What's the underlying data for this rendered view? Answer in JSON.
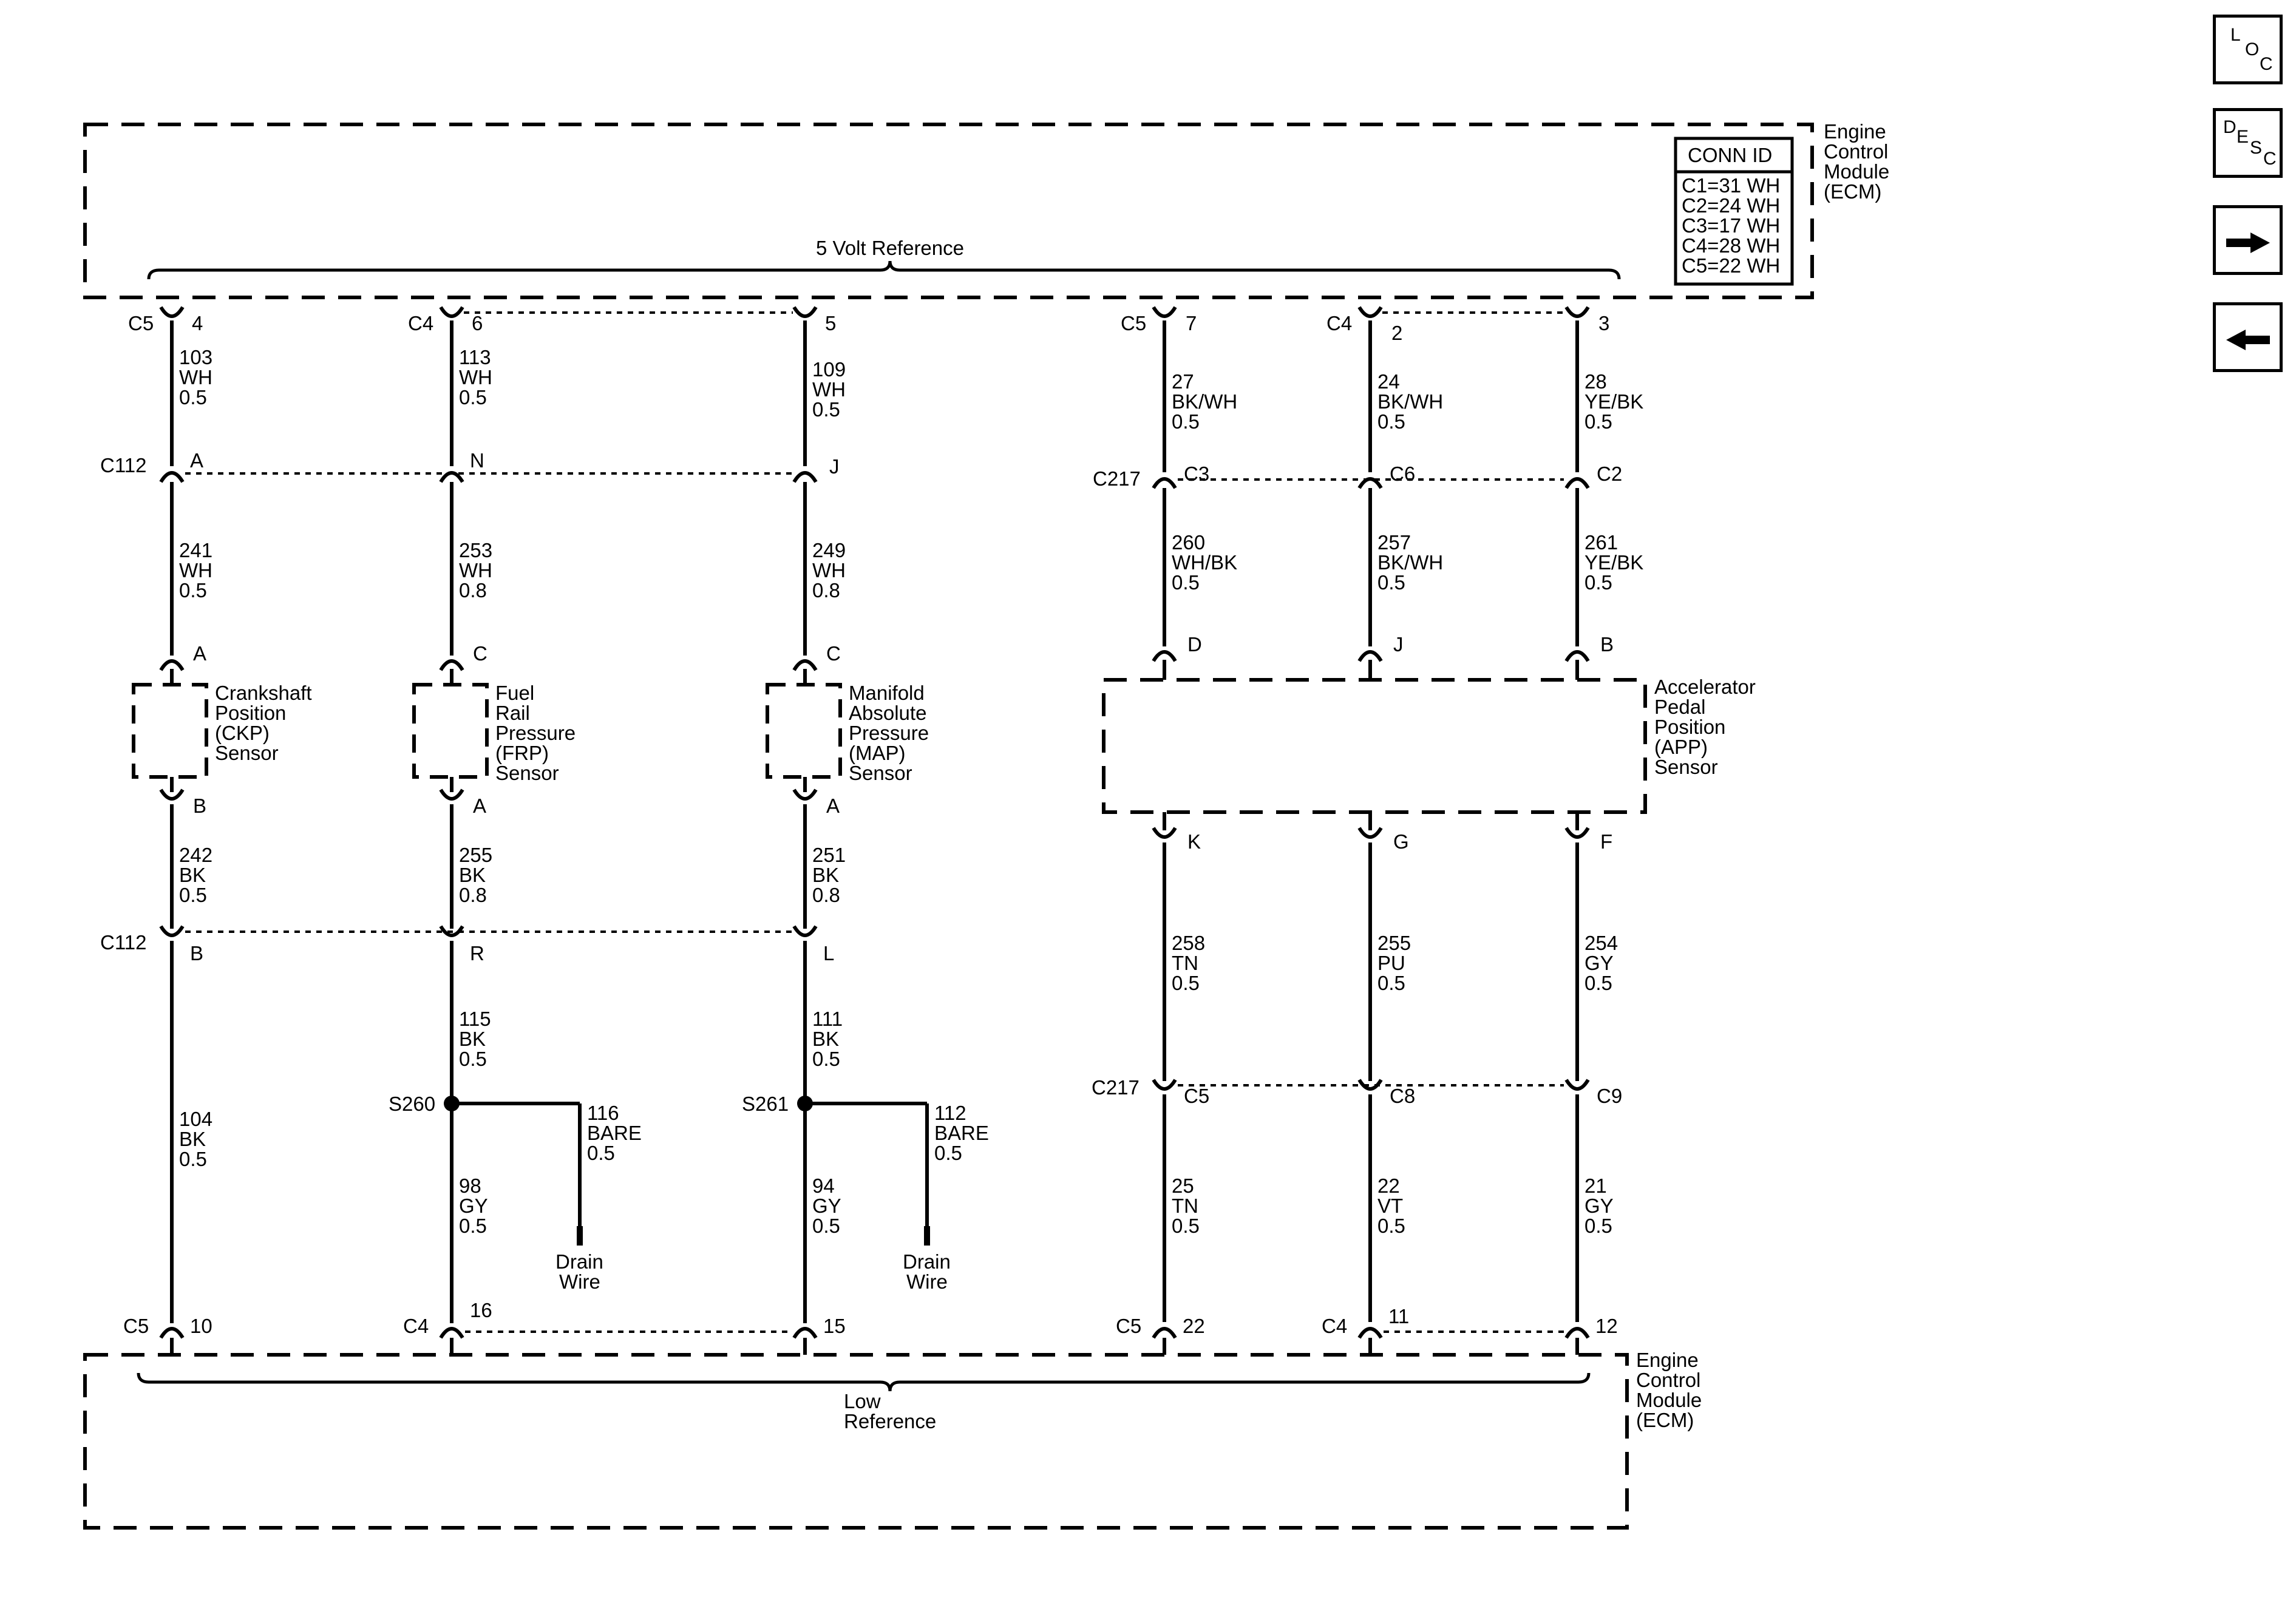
{
  "nav": {
    "loc": [
      "L",
      "O",
      "C"
    ],
    "desc": [
      "D",
      "E",
      "S",
      "C"
    ],
    "forward_icon": "arrow-right-icon",
    "back_icon": "arrow-left-icon"
  },
  "ecm_top": {
    "name": [
      "Engine",
      "Control",
      "Module",
      "(ECM)"
    ],
    "bus_label": "5 Volt Reference",
    "conn_id": {
      "title": "CONN ID",
      "rows": [
        "C1=31 WH",
        "C2=24 WH",
        "C3=17 WH",
        "C4=28 WH",
        "C5=22 WH"
      ]
    }
  },
  "ecm_bottom": {
    "name": [
      "Engine",
      "Control",
      "Module",
      "(ECM)"
    ],
    "bus_label": [
      "Low",
      "Reference"
    ]
  },
  "left_group": {
    "top_pins": [
      {
        "conn": "C5",
        "pin": "4"
      },
      {
        "conn": "C4",
        "pin": "6"
      },
      {
        "conn": "",
        "pin": "5"
      }
    ],
    "upper_wires": [
      [
        "103",
        "WH",
        "0.5"
      ],
      [
        "113",
        "WH",
        "0.5"
      ],
      [
        "109",
        "WH",
        "0.5"
      ]
    ],
    "c112_top": {
      "conn": "C112",
      "pins": [
        "A",
        "N",
        "J"
      ]
    },
    "mid_wires": [
      [
        "241",
        "WH",
        "0.5"
      ],
      [
        "253",
        "WH",
        "0.8"
      ],
      [
        "249",
        "WH",
        "0.8"
      ]
    ],
    "sensor_top_pins": [
      "A",
      "C",
      "C"
    ],
    "sensors": [
      [
        "Crankshaft",
        "Position",
        "(CKP)",
        "Sensor"
      ],
      [
        "Fuel",
        "Rail",
        "Pressure",
        "(FRP)",
        "Sensor"
      ],
      [
        "Manifold",
        "Absolute",
        "Pressure",
        "(MAP)",
        "Sensor"
      ]
    ],
    "sensor_bottom_pins": [
      "B",
      "A",
      "A"
    ],
    "lower_wires": [
      [
        "242",
        "BK",
        "0.5"
      ],
      [
        "255",
        "BK",
        "0.8"
      ],
      [
        "251",
        "BK",
        "0.8"
      ]
    ],
    "c112_bottom": {
      "conn": "C112",
      "pins": [
        "B",
        "R",
        "L"
      ]
    },
    "ground_wires_upper": [
      [
        "104",
        "BK",
        "0.5"
      ],
      [
        "115",
        "BK",
        "0.5"
      ],
      [
        "111",
        "BK",
        "0.5"
      ]
    ],
    "splices": [
      {
        "name": "S260",
        "drain_wire": [
          "116",
          "BARE",
          "0.5"
        ],
        "drain_label": [
          "Drain",
          "Wire"
        ]
      },
      {
        "name": "S261",
        "drain_wire": [
          "112",
          "BARE",
          "0.5"
        ],
        "drain_label": [
          "Drain",
          "Wire"
        ]
      }
    ],
    "ground_wires_lower": [
      [
        "98",
        "GY",
        "0.5"
      ],
      [
        "94",
        "GY",
        "0.5"
      ]
    ],
    "bottom_pins": [
      {
        "conn": "C5",
        "pin": "10"
      },
      {
        "conn": "C4",
        "pin": "16"
      },
      {
        "conn": "",
        "pin": "15"
      }
    ]
  },
  "right_group": {
    "top_pins": [
      {
        "conn": "C5",
        "pin": "7"
      },
      {
        "conn": "C4",
        "pin": "2"
      },
      {
        "conn": "",
        "pin": "3"
      }
    ],
    "upper_wires": [
      [
        "27",
        "BK/WH",
        "0.5"
      ],
      [
        "24",
        "BK/WH",
        "0.5"
      ],
      [
        "28",
        "YE/BK",
        "0.5"
      ]
    ],
    "c217_top": {
      "conn": "C217",
      "pins": [
        "C3",
        "C6",
        "C2"
      ]
    },
    "mid_wires": [
      [
        "260",
        "WH/BK",
        "0.5"
      ],
      [
        "257",
        "BK/WH",
        "0.5"
      ],
      [
        "261",
        "YE/BK",
        "0.5"
      ]
    ],
    "sensor_top_pins": [
      "D",
      "J",
      "B"
    ],
    "sensor": [
      "Accelerator",
      "Pedal",
      "Position",
      "(APP)",
      "Sensor"
    ],
    "sensor_bottom_pins": [
      "K",
      "G",
      "F"
    ],
    "lower_wires": [
      [
        "258",
        "TN",
        "0.5"
      ],
      [
        "255",
        "PU",
        "0.5"
      ],
      [
        "254",
        "GY",
        "0.5"
      ]
    ],
    "c217_bottom": {
      "conn": "C217",
      "pins": [
        "C5",
        "C8",
        "C9"
      ]
    },
    "ground_wires": [
      [
        "25",
        "TN",
        "0.5"
      ],
      [
        "22",
        "VT",
        "0.5"
      ],
      [
        "21",
        "GY",
        "0.5"
      ]
    ],
    "bottom_pins": [
      {
        "conn": "C5",
        "pin": "22"
      },
      {
        "conn": "C4",
        "pin": "11"
      },
      {
        "conn": "",
        "pin": "12"
      }
    ]
  }
}
